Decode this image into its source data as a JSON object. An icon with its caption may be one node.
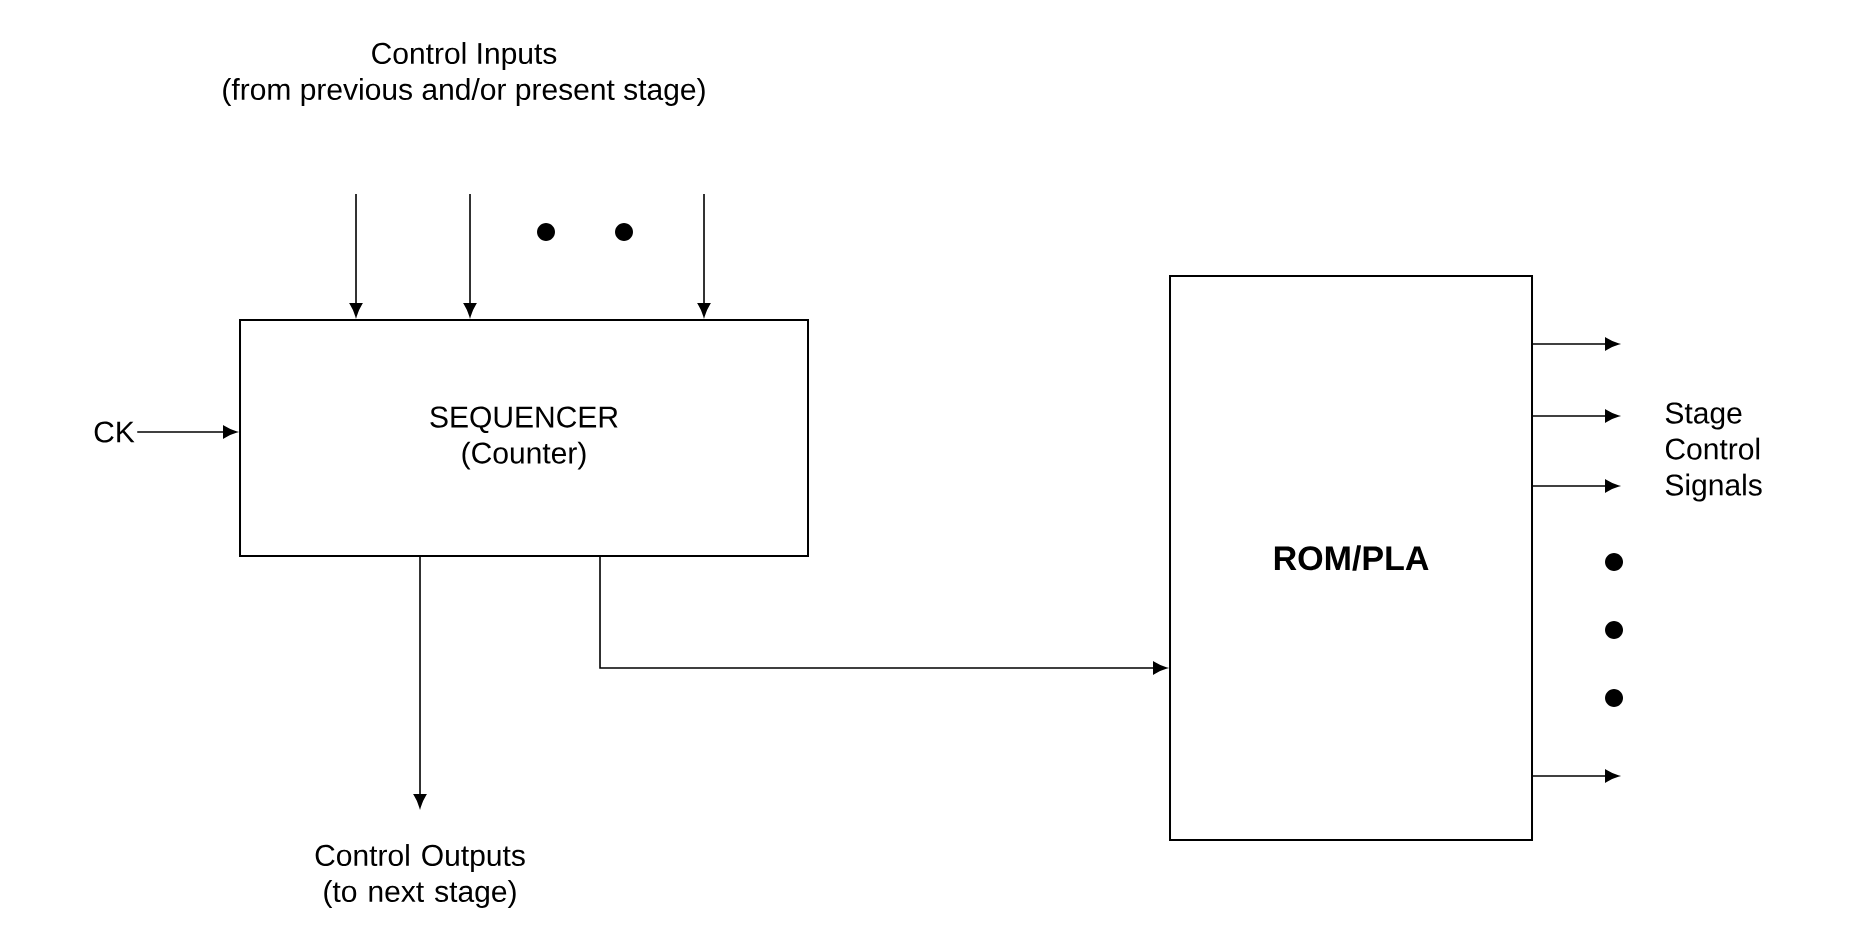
{
  "diagram": {
    "nodes": [
      {
        "text": [
          "SEQUENCER",
          "(Counter)"
        ]
      },
      {
        "text": [
          "ROM/PLA"
        ]
      },
      {
        "text": [
          "CK"
        ]
      },
      {
        "text": [
          "Control Outputs (to next stage)"
        ]
      },
      {
        "text": [
          "Control Inputs",
          "(from previous and/or present stage)"
        ]
      }
    ],
    "edges": [
      {
        "from": 4,
        "to": 0,
        "arrow": "to"
      },
      {
        "from": 4,
        "to": 0,
        "arrow": "to"
      },
      {
        "from": 4,
        "to": 0,
        "arrow": "to"
      },
      {
        "from": 2,
        "to": 0,
        "arrow": "to"
      },
      {
        "from": 0,
        "to": 3,
        "arrow": "to"
      },
      {
        "from": 0,
        "to": 1,
        "arrow": "to"
      },
      {
        "from": 1,
        "to": null,
        "arrow": "to"
      },
      {
        "from": 1,
        "to": null,
        "arrow": "to"
      },
      {
        "from": 1,
        "to": null,
        "arrow": "to"
      },
      {
        "from": 1,
        "to": null,
        "arrow": "to"
      }
    ],
    "labels": [
      "Stage Control Signals"
    ]
  }
}
